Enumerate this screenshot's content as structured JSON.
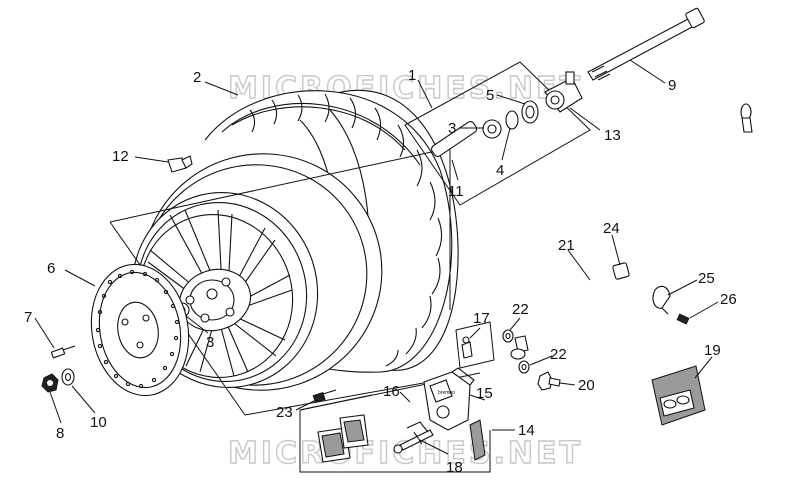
{
  "watermark": {
    "top": "MICROFICHES.NET",
    "bottom": "MICROFICHES.NET"
  },
  "callouts": {
    "c1": "1",
    "c2": "2",
    "c3a": "3",
    "c3b": "3",
    "c4": "4",
    "c5": "5",
    "c6": "6",
    "c7": "7",
    "c8": "8",
    "c9": "9",
    "c10": "10",
    "c11": "11",
    "c12": "12",
    "c13": "13",
    "c14": "14",
    "c15": "15",
    "c16": "16",
    "c17": "17",
    "c18": "18",
    "c19": "19",
    "c20": "20",
    "c21": "21",
    "c22a": "22",
    "c22b": "22",
    "c23": "23",
    "c24": "24",
    "c25": "25",
    "c26": "26"
  },
  "parts": {
    "tyre": "tyre",
    "wheel_rim": "wheel-rim",
    "brake_disc": "brake-disc",
    "wheel_spindle": "wheel-spindle",
    "brake_caliper": "brake-caliper",
    "brake_pads": "brake-pads",
    "brake_hose": "brake-hose",
    "speedometer_drive": "speedometer-drive",
    "pad_kit_bag": "pad-kit-bag"
  }
}
